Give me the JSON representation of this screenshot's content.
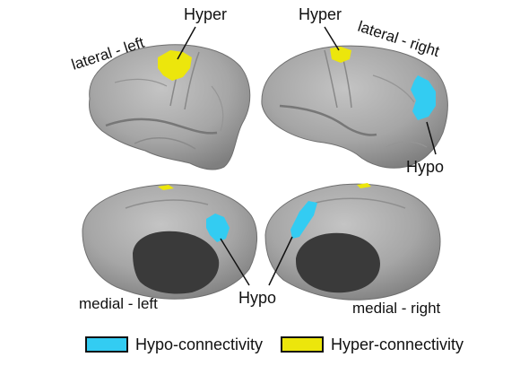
{
  "labels": {
    "lateral_left": "lateral - left",
    "lateral_right": "lateral - right",
    "medial_left": "medial - left",
    "medial_right": "medial - right",
    "hyper_left": "Hyper",
    "hyper_right": "Hyper",
    "hypo_right": "Hypo",
    "hypo_medial": "Hypo"
  },
  "legend": {
    "hypo_label": "Hypo-connectivity",
    "hyper_label": "Hyper-connectivity"
  },
  "colors": {
    "hypo": "#33ccf2",
    "hyper": "#ece60c",
    "cortex": "#a3a3a3",
    "medial_wall": "#3a3a3a"
  }
}
